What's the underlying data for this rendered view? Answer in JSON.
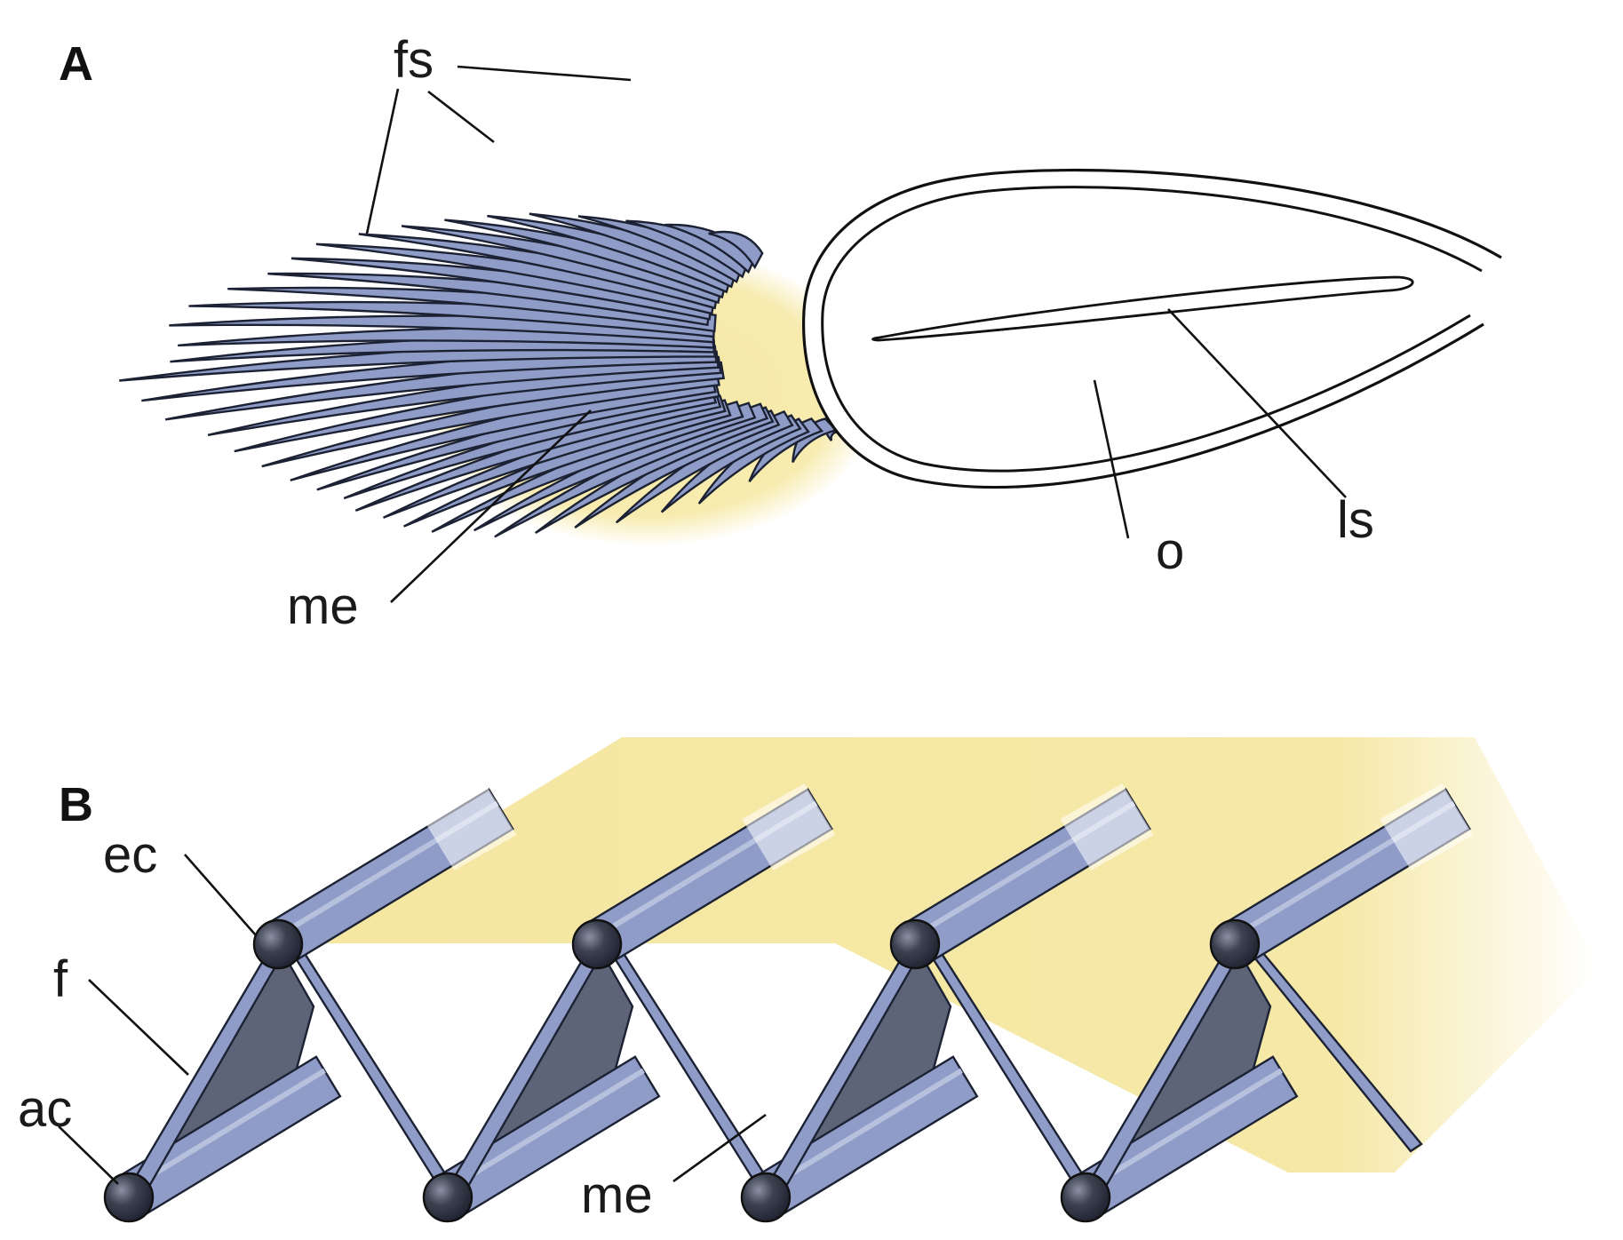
{
  "colors": {
    "strut_fill": "#8e9cc7",
    "strut_stroke": "#1c2233",
    "membrane_fill": "#f5e7a2",
    "inner_fill": "#5d6478",
    "node_fill": "#3c4150"
  },
  "panel_a": {
    "letter": "A",
    "labels": {
      "fs": "fs",
      "me": "me",
      "o": "o",
      "ls": "ls"
    }
  },
  "panel_b": {
    "letter": "B",
    "labels": {
      "ec": "ec",
      "f": "f",
      "ac": "ac",
      "me": "me"
    }
  }
}
